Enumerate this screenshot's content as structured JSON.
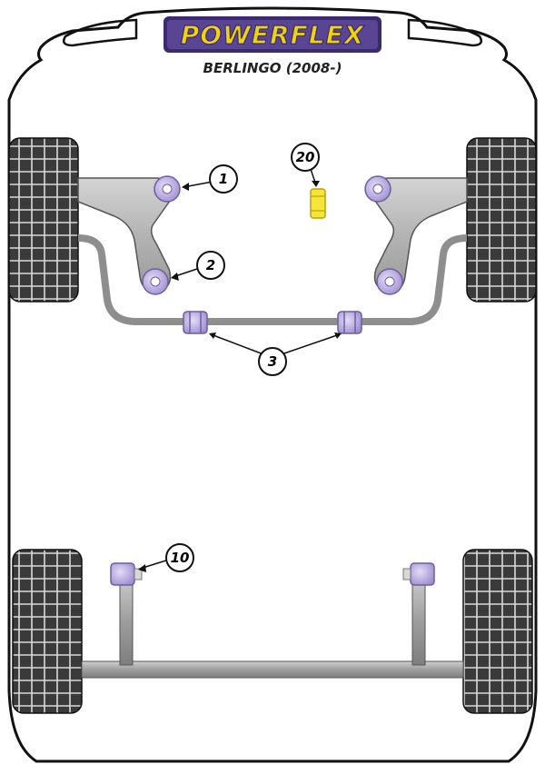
{
  "header": {
    "brand": "POWERFLEX",
    "model": "BERLINGO (2008-)"
  },
  "callouts": [
    {
      "id": "1",
      "label": "1"
    },
    {
      "id": "2",
      "label": "2"
    },
    {
      "id": "3",
      "label": "3"
    },
    {
      "id": "10",
      "label": "10"
    },
    {
      "id": "20",
      "label": "20"
    }
  ],
  "colors": {
    "brand_yellow": "#f2d400",
    "brand_purple": "#3b2a6e",
    "bush_purple": "#b3a3de",
    "bush_yellow": "#f6e43a",
    "metal_grey": "#a8a8a8",
    "tyre_dark": "#2a2a2a"
  }
}
